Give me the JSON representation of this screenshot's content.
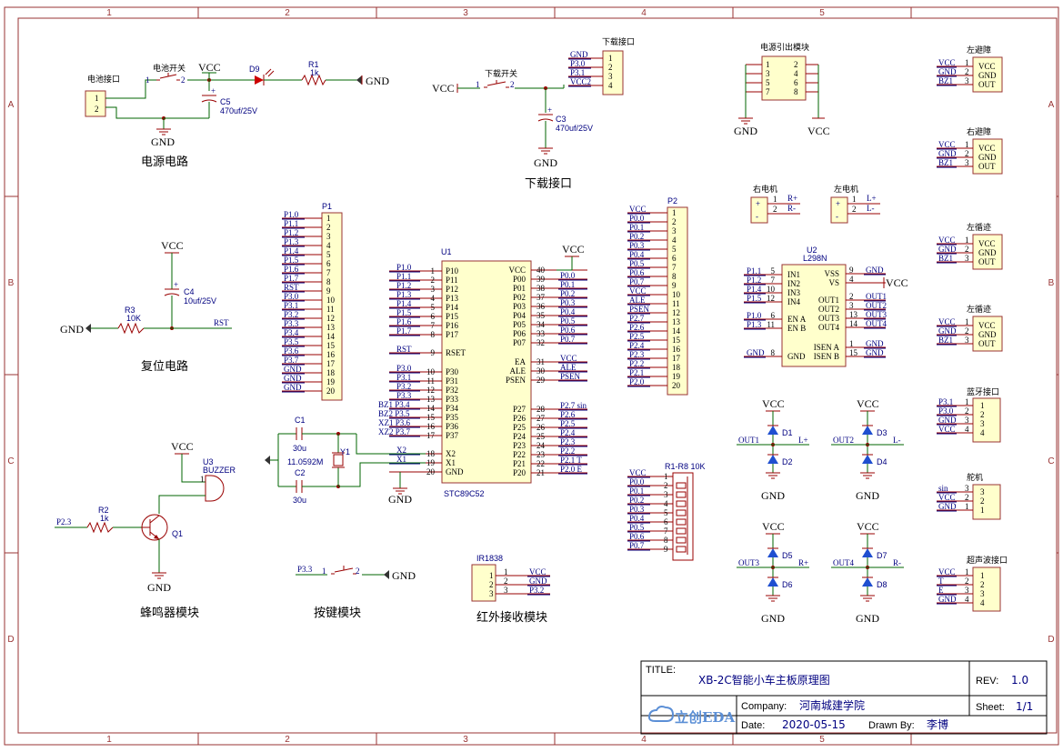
{
  "frame": {
    "cols": [
      "1",
      "2",
      "3",
      "4",
      "5"
    ],
    "rows": [
      "A",
      "B",
      "C",
      "D"
    ]
  },
  "sections": {
    "power": "电源电路",
    "download": "下载接口",
    "reset": "复位电路",
    "buzzer": "蜂鸣器模块",
    "button": "按键模块",
    "ir": "红外接收模块"
  },
  "power": {
    "batt_label": "电池接口",
    "pin1": "1",
    "pin2": "2",
    "switch_label": "电池开关",
    "sw_p1": "1",
    "sw_p2": "2",
    "vcc": "VCC",
    "led_ref": "D9",
    "r1_ref": "R1",
    "r1_val": "1k",
    "gnd": "GND",
    "c5_ref": "C5",
    "c5_val": "470uf/25V",
    "plus": "+"
  },
  "download": {
    "vcc": "VCC",
    "switch_label": "下载开关",
    "sw_p1": "1",
    "sw_p2": "2",
    "c3_ref": "C3",
    "c3_val": "470uf/25V",
    "gnd": "GND",
    "conn_label": "下载接口",
    "nets": [
      "GND",
      "P3.0",
      "P3.1",
      "VCC2"
    ],
    "pins": [
      "1",
      "2",
      "3",
      "4"
    ]
  },
  "pwr_out": {
    "label": "电源引出模块",
    "left_pins": [
      "1",
      "3",
      "5",
      "7"
    ],
    "right_pins": [
      "2",
      "4",
      "6",
      "8"
    ],
    "gnd": "GND",
    "vcc": "VCC"
  },
  "reset": {
    "vcc": "VCC",
    "c4_ref": "C4",
    "c4_val": "10uf/25V",
    "plus": "+",
    "r3_ref": "R3",
    "r3_val": "10K",
    "gnd": "GND",
    "rst": "RST"
  },
  "p1": {
    "ref": "P1",
    "nets": [
      "P1.0",
      "P1.1",
      "P1.2",
      "P1.3",
      "P1.4",
      "P1.5",
      "P1.6",
      "P1.7",
      "RST",
      "P3.0",
      "P3.1",
      "P3.2",
      "P3.3",
      "P3.4",
      "P3.5",
      "P3.6",
      "P3.7",
      "GND",
      "GND",
      "GND"
    ],
    "pins": [
      "1",
      "2",
      "3",
      "4",
      "5",
      "6",
      "7",
      "8",
      "9",
      "10",
      "11",
      "12",
      "13",
      "14",
      "15",
      "16",
      "17",
      "18",
      "19",
      "20"
    ]
  },
  "u1": {
    "ref": "U1",
    "part": "STC89C52",
    "vcc": "VCC",
    "gnd": "GND",
    "left": [
      {
        "net": "P1.0",
        "num": "1",
        "name": "P10"
      },
      {
        "net": "P1.1",
        "num": "2",
        "name": "P11"
      },
      {
        "net": "P1.2",
        "num": "3",
        "name": "P12"
      },
      {
        "net": "P1.3",
        "num": "4",
        "name": "P13"
      },
      {
        "net": "P1.4",
        "num": "5",
        "name": "P14"
      },
      {
        "net": "P1.5",
        "num": "6",
        "name": "P15"
      },
      {
        "net": "P1.6",
        "num": "7",
        "name": "P16"
      },
      {
        "net": "P1.7",
        "num": "8",
        "name": "P17"
      },
      {
        "net": "RST",
        "num": "9",
        "name": "RSET"
      },
      {
        "net": "P3.0",
        "num": "10",
        "name": "P30"
      },
      {
        "net": "P3.1",
        "num": "11",
        "name": "P31"
      },
      {
        "net": "P3.2",
        "num": "12",
        "name": "P32"
      },
      {
        "net": "P3.3",
        "num": "13",
        "name": "P33"
      },
      {
        "net": "BZ1 P3.4",
        "num": "14",
        "name": "P34"
      },
      {
        "net": "BZ2 P3.5",
        "num": "15",
        "name": "P35"
      },
      {
        "net": "XZ1 P3.6",
        "num": "16",
        "name": "P36"
      },
      {
        "net": "XZ2 P3.7",
        "num": "17",
        "name": "P37"
      },
      {
        "net": "X2",
        "num": "18",
        "name": "X2"
      },
      {
        "net": "X1",
        "num": "19",
        "name": "X1"
      },
      {
        "net": "",
        "num": "20",
        "name": "GND"
      }
    ],
    "right": [
      {
        "net": "",
        "num": "40",
        "name": "VCC"
      },
      {
        "net": "P0.0",
        "num": "39",
        "name": "P00"
      },
      {
        "net": "P0.1",
        "num": "38",
        "name": "P01"
      },
      {
        "net": "P0.2",
        "num": "37",
        "name": "P02"
      },
      {
        "net": "P0.3",
        "num": "36",
        "name": "P03"
      },
      {
        "net": "P0.4",
        "num": "35",
        "name": "P04"
      },
      {
        "net": "P0.5",
        "num": "34",
        "name": "P05"
      },
      {
        "net": "P0.6",
        "num": "33",
        "name": "P06"
      },
      {
        "net": "P0.7",
        "num": "32",
        "name": "P07"
      },
      {
        "net": "VCC",
        "num": "31",
        "name": "EA"
      },
      {
        "net": "ALE",
        "num": "30",
        "name": "ALE"
      },
      {
        "net": "PSEN",
        "num": "29",
        "name": "PSEN"
      },
      {
        "net": "P2.7 sin",
        "num": "28",
        "name": "P27"
      },
      {
        "net": "P2.6",
        "num": "27",
        "name": "P26"
      },
      {
        "net": "P2.5",
        "num": "26",
        "name": "P25"
      },
      {
        "net": "P2.4",
        "num": "25",
        "name": "P24"
      },
      {
        "net": "P2.3",
        "num": "24",
        "name": "P23"
      },
      {
        "net": "P2.2",
        "num": "23",
        "name": "P22"
      },
      {
        "net": "P2.1 T",
        "num": "22",
        "name": "P21"
      },
      {
        "net": "P2.0 E",
        "num": "21",
        "name": "P20"
      }
    ]
  },
  "crystal": {
    "c1_ref": "C1",
    "c1_val": "30u",
    "c2_ref": "C2",
    "c2_val": "30u",
    "y1_ref": "Y1",
    "y1_val": "11.0592M"
  },
  "p2": {
    "ref": "P2",
    "nets": [
      "VCC",
      "P0.0",
      "P0.1",
      "P0.2",
      "P0.3",
      "P0.4",
      "P0.5",
      "P0.6",
      "P0.7",
      "VCC",
      "ALE",
      "PSEN",
      "P2.7",
      "P2.6",
      "P2.5",
      "P2.4",
      "P2.3",
      "P2.2",
      "P2.1",
      "P2.0"
    ],
    "pins": [
      "1",
      "2",
      "3",
      "4",
      "5",
      "6",
      "7",
      "8",
      "9",
      "10",
      "11",
      "12",
      "13",
      "14",
      "15",
      "16",
      "17",
      "18",
      "19",
      "20"
    ]
  },
  "rn": {
    "ref": "R1-R8 10K",
    "nets": [
      "VCC",
      "P0.0",
      "P0.1",
      "P0.2",
      "P0.3",
      "P0.4",
      "P0.5",
      "P0.6",
      "P0.7"
    ],
    "pins": [
      "1",
      "2",
      "3",
      "4",
      "5",
      "6",
      "7",
      "8",
      "9"
    ]
  },
  "buzzer": {
    "vcc": "VCC",
    "u3_ref": "U3",
    "u3_val": "BUZZER",
    "pin1": "1",
    "r2_ref": "R2",
    "r2_val": "1k",
    "net": "P2.3",
    "q_ref": "Q1",
    "gnd": "GND"
  },
  "button": {
    "net": "P3.3",
    "p1": "1",
    "p2": "2",
    "gnd": "GND"
  },
  "ir": {
    "ref": "IR1838",
    "pins": [
      "1",
      "2",
      "3"
    ],
    "nets": [
      "VCC",
      "GND",
      "P3.2"
    ]
  },
  "motors": {
    "right_label": "右电机",
    "left_label": "左电机",
    "plus": "+",
    "minus": "-",
    "pins": [
      "1",
      "2"
    ],
    "right_nets": [
      "R+",
      "R-"
    ],
    "left_nets": [
      "L+",
      "L-"
    ]
  },
  "u2": {
    "ref": "U2",
    "part": "L298N",
    "left": [
      {
        "net": "P1.1",
        "num": "5",
        "name": "IN1"
      },
      {
        "net": "P1.2",
        "num": "7",
        "name": "IN2"
      },
      {
        "net": "P1.4",
        "num": "10",
        "name": "IN3"
      },
      {
        "net": "P1.5",
        "num": "12",
        "name": "IN4"
      },
      {
        "net": "P1.0",
        "num": "6",
        "name": "EN A"
      },
      {
        "net": "P1.3",
        "num": "11",
        "name": "EN B"
      },
      {
        "net": "GND",
        "num": "8",
        "name": "GND"
      }
    ],
    "right": [
      {
        "net": "GND",
        "num": "9",
        "name": "VSS"
      },
      {
        "net": "VCC",
        "num": "4",
        "name": "VS"
      },
      {
        "net": "OUT1",
        "num": "2",
        "name": "OUT1"
      },
      {
        "net": "OUT2",
        "num": "3",
        "name": "OUT2"
      },
      {
        "net": "OUT3",
        "num": "13",
        "name": "OUT3"
      },
      {
        "net": "OUT4",
        "num": "14",
        "name": "OUT4"
      },
      {
        "net": "GND",
        "num": "1",
        "name": "ISEN A"
      },
      {
        "net": "GND",
        "num": "15",
        "name": "ISEN B"
      }
    ]
  },
  "diodes": [
    {
      "vcc": "VCC",
      "gnd": "GND",
      "top": "D1",
      "bot": "D2",
      "out": "OUT1",
      "mot": "L+"
    },
    {
      "vcc": "VCC",
      "gnd": "GND",
      "top": "D3",
      "bot": "D4",
      "out": "OUT2",
      "mot": "L-"
    },
    {
      "vcc": "VCC",
      "gnd": "GND",
      "top": "D5",
      "bot": "D6",
      "out": "OUT3",
      "mot": "R+"
    },
    {
      "vcc": "VCC",
      "gnd": "GND",
      "top": "D7",
      "bot": "D8",
      "out": "OUT4",
      "mot": "R-"
    }
  ],
  "side": [
    {
      "label": "左避障",
      "nets": [
        "VCC",
        "GND",
        "BZ1"
      ],
      "pins": [
        "1",
        "2",
        "3"
      ],
      "names": [
        "VCC",
        "GND",
        "OUT"
      ]
    },
    {
      "label": "右避障",
      "nets": [
        "VCC",
        "GND",
        "BZ1"
      ],
      "pins": [
        "1",
        "2",
        "3"
      ],
      "names": [
        "VCC",
        "GND",
        "OUT"
      ]
    },
    {
      "label": "左循迹",
      "nets": [
        "VCC",
        "GND",
        "BZ1"
      ],
      "pins": [
        "1",
        "2",
        "3"
      ],
      "names": [
        "VCC",
        "GND",
        "OUT"
      ]
    },
    {
      "label": "左循迹",
      "nets": [
        "VCC",
        "GND",
        "BZ1"
      ],
      "pins": [
        "1",
        "2",
        "3"
      ],
      "names": [
        "VCC",
        "GND",
        "OUT"
      ]
    }
  ],
  "bt": {
    "label": "蓝牙接口",
    "nets": [
      "P3.1",
      "P3.0",
      "GND",
      "VCC"
    ],
    "pins": [
      "1",
      "2",
      "3",
      "4"
    ]
  },
  "servo": {
    "label": "舵机",
    "nets": [
      "sin",
      "VCC",
      "GND"
    ],
    "pins": [
      "3",
      "2",
      "1"
    ]
  },
  "ultra": {
    "label": "超声波接口",
    "nets": [
      "VCC",
      "T",
      "E",
      "GND"
    ],
    "pins": [
      "1",
      "2",
      "3",
      "4"
    ]
  },
  "title_block": {
    "title_label": "TITLE:",
    "title": "XB-2C智能小车主板原理图",
    "rev_label": "REV:",
    "rev": "1.0",
    "company_label": "Company:",
    "company": "河南城建学院",
    "sheet_label": "Sheet:",
    "sheet": "1/1",
    "date_label": "Date:",
    "date": "2020-05-15",
    "drawn_label": "Drawn By:",
    "drawn": "李博",
    "logo": "立创EDA"
  }
}
